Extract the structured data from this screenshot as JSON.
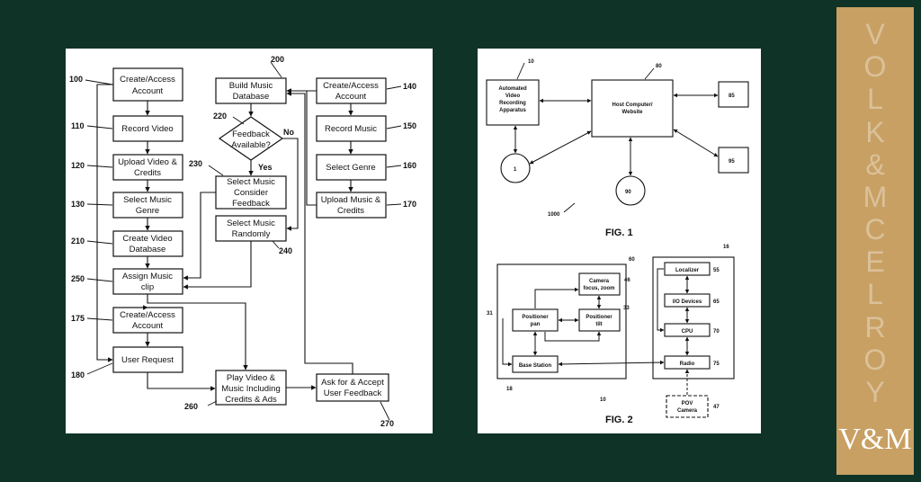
{
  "fig_left": {
    "boxes": {
      "b100": [
        "Create/Access",
        "Account"
      ],
      "b110": [
        "Record Video"
      ],
      "b120": [
        "Upload Video &",
        "Credits"
      ],
      "b130": [
        "Select Music",
        "Genre"
      ],
      "b210": [
        "Create Video",
        "Database"
      ],
      "b250": [
        "Assign Music",
        "clip"
      ],
      "b175": [
        "Create/Access",
        "Account"
      ],
      "b180": [
        "User Request"
      ],
      "b200": [
        "Build Music",
        "Database"
      ],
      "b220": [
        "Feedback",
        "Available?"
      ],
      "b230": [
        "Select Music",
        "Consider",
        "Feedback"
      ],
      "b240": [
        "Select Music",
        "Randomly"
      ],
      "b140": [
        "Create/Access",
        "Account"
      ],
      "b150": [
        "Record Music"
      ],
      "b160": [
        "Select Genre"
      ],
      "b170": [
        "Upload Music &",
        "Credits"
      ],
      "b260": [
        "Play Video &",
        "Music Including",
        "Credits & Ads"
      ],
      "b270": [
        "Ask for & Accept",
        "User Feedback"
      ]
    },
    "refs": {
      "r100": "100",
      "r110": "110",
      "r120": "120",
      "r130": "130",
      "r210": "210",
      "r250": "250",
      "r175": "175",
      "r180": "180",
      "r200": "200",
      "r220": "220",
      "r230": "230",
      "r240": "240",
      "r140": "140",
      "r150": "150",
      "r160": "160",
      "r170": "170",
      "r260": "260",
      "r270": "270"
    },
    "no_label": "No",
    "yes_label": "Yes"
  },
  "fig_right": {
    "fig1": {
      "title": "FIG. 1",
      "ref_system": "1000",
      "apparatus": [
        "Automated",
        "Video",
        "Recording",
        "Apparatus"
      ],
      "apparatus_ref": "10",
      "host": [
        "Host Computer/",
        "Website"
      ],
      "host_ref": "80",
      "node_85": "85",
      "node_95": "95",
      "node_90": "90",
      "node_1": "1"
    },
    "fig2": {
      "title": "FIG. 2",
      "ref_main": "10",
      "ref_left_box": "60",
      "ref_right_box": "16",
      "ref_base": "18",
      "camera": [
        "Camera",
        "focus, zoom"
      ],
      "camera_ref": "46",
      "pos_pan": [
        "Positioner",
        "pan"
      ],
      "pos_pan_ref": "31",
      "pos_tilt": [
        "Positioner",
        "tilt"
      ],
      "pos_tilt_ref": "33",
      "base_station": "Base Station",
      "localizer": "Localizer",
      "localizer_ref": "55",
      "io": "I/O Devices",
      "io_ref": "65",
      "cpu": "CPU",
      "cpu_ref": "70",
      "radio": "Radio",
      "radio_ref": "75",
      "pov": [
        "POV",
        "Camera"
      ],
      "pov_ref": "47"
    }
  },
  "brand": {
    "vertical": [
      "V",
      "O",
      "L",
      "K",
      "&",
      "M",
      "C",
      "E",
      "L",
      "R",
      "O",
      "Y"
    ],
    "monogram": "V&M"
  }
}
